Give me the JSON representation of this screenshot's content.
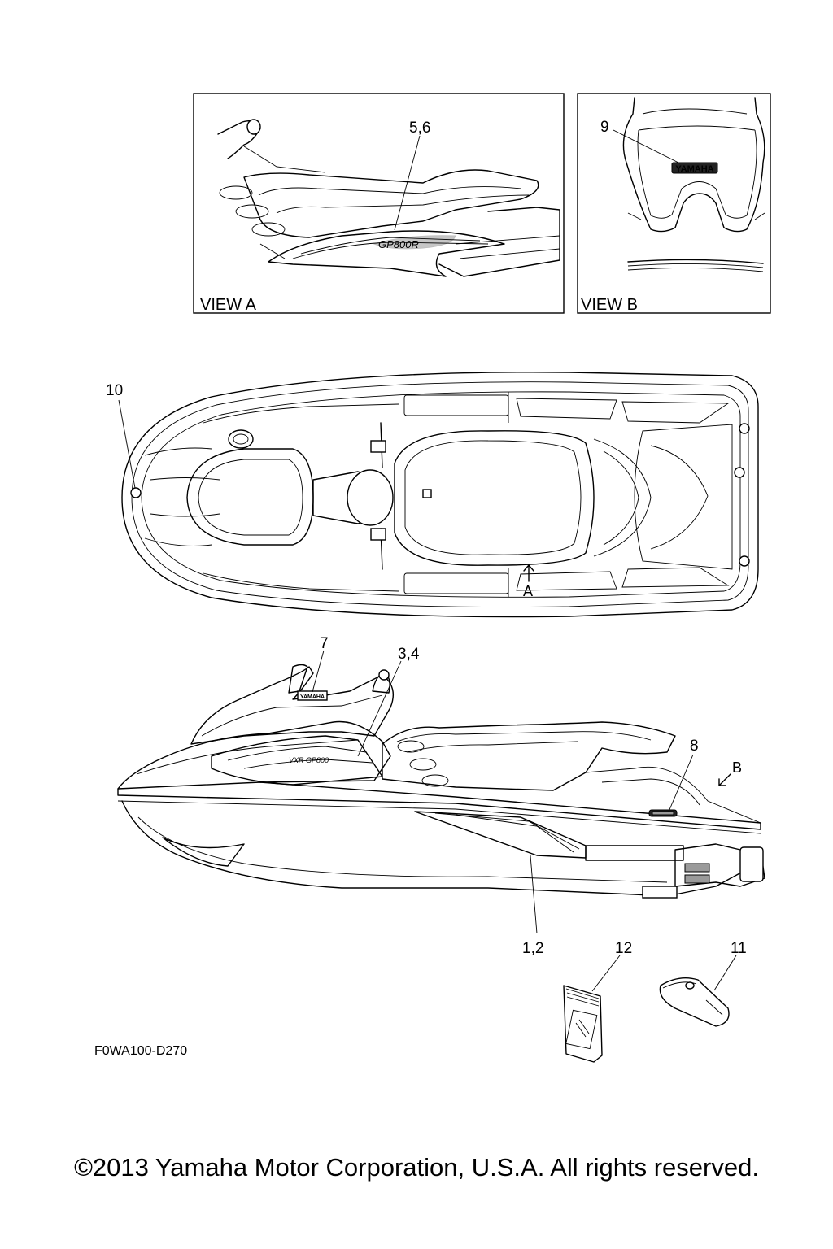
{
  "callouts": {
    "c56": "5,6",
    "c9": "9",
    "c10": "10",
    "c7": "7",
    "c34": "3,4",
    "c8": "8",
    "c12": "1,2",
    "c12b": "12",
    "c11": "11"
  },
  "view_labels": {
    "view_a": "VIEW A",
    "view_b": "VIEW B",
    "arrow_a": "A",
    "arrow_b": "B"
  },
  "decal_text": {
    "yamaha_b": "YAMAHA",
    "yamaha_7": "YAMAHA"
  },
  "diagram_code": "F0WA100-D270",
  "copyright": "©2013 Yamaha Motor Corporation, U.S.A. All rights reserved."
}
